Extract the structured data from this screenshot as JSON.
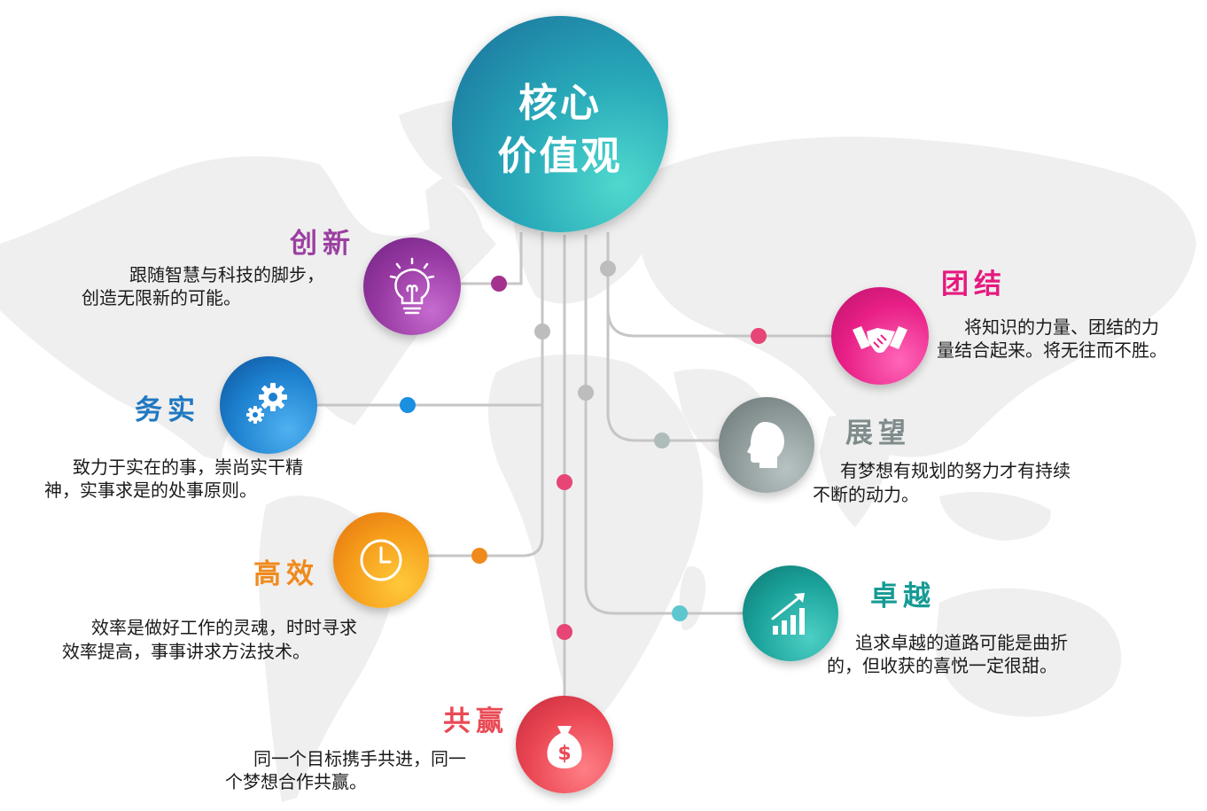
{
  "center": {
    "line1": "核心",
    "line2": "价值观"
  },
  "items": {
    "innovation": {
      "title": "创新",
      "line1": "跟随智慧与科技的脚步，",
      "line2": "创造无限新的可能。",
      "color": "#9b3fa0",
      "icon": "lightbulb-icon"
    },
    "pragmatic": {
      "title": "务实",
      "line1": "致力于实在的事，崇尚实干精",
      "line2": "神，实事求是的处事原则。",
      "color": "#1f78c1",
      "icon": "gears-icon"
    },
    "efficiency": {
      "title": "高效",
      "line1": "效率是做好工作的灵魂，时时寻求",
      "line2": "效率提高，事事讲求方法技术。",
      "color": "#f08a1c",
      "icon": "clock-icon"
    },
    "winwin": {
      "title": "共赢",
      "line1": "同一个目标携手共进，同一",
      "line2": "个梦想合作共赢。",
      "color": "#e94a55",
      "icon": "money-bag-icon"
    },
    "unity": {
      "title": "团结",
      "line1": "将知识的力量、团结的力",
      "line2": "量结合起来。将无往而不胜。",
      "color": "#e6197f",
      "icon": "handshake-icon"
    },
    "vision": {
      "title": "展望",
      "line1": "有梦想有规划的努力才有持续",
      "line2": "不断的动力。",
      "color": "#7f8c8b",
      "icon": "head-silhouette-icon"
    },
    "excellence": {
      "title": "卓越",
      "line1": "追求卓越的道路可能是曲折",
      "line2": "的，但收获的喜悦一定很甜。",
      "color": "#159b94",
      "icon": "growth-chart-icon"
    }
  }
}
